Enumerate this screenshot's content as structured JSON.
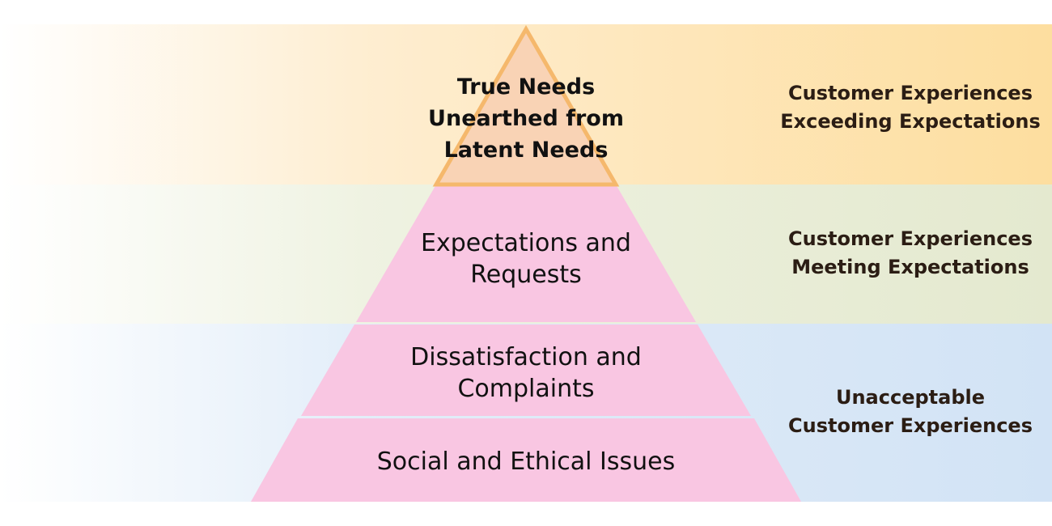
{
  "levels": [
    {
      "lines": [
        "True Needs",
        "Unearthed from",
        "Latent Needs"
      ],
      "fill": "#f9d3b5",
      "stroke": "#f5b86c"
    },
    {
      "lines": [
        "Expectations and",
        "Requests"
      ],
      "fill": "#f9c6e2"
    },
    {
      "lines": [
        "Dissatisfaction and",
        "Complaints"
      ],
      "fill": "#f9c6e2"
    },
    {
      "lines": [
        "Social and Ethical Issues"
      ],
      "fill": "#f9c6e2"
    }
  ],
  "side_labels": [
    {
      "lines": [
        "Customer Experiences",
        "Exceeding Expectations"
      ],
      "color": "#fdde9f"
    },
    {
      "lines": [
        "Customer Experiences",
        "Meeting Expectations"
      ],
      "color": "#e4e9cf"
    },
    {
      "lines": [
        "Unacceptable",
        "Customer Experiences"
      ],
      "color": "#d2e3f5"
    }
  ]
}
